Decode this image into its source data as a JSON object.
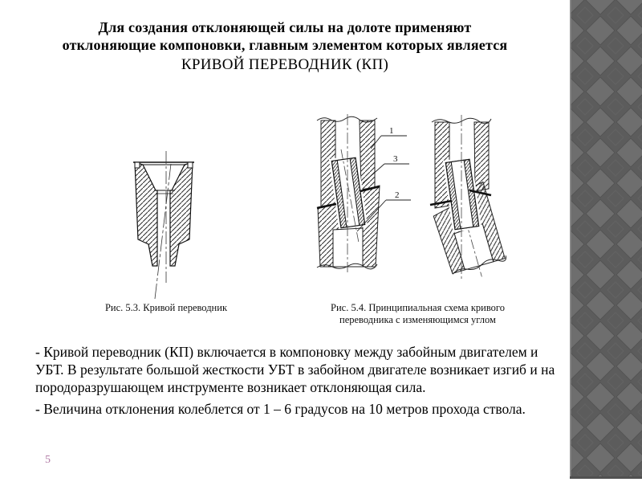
{
  "slide": {
    "title_bold": "Для создания отклоняющей силы на долоте применяют отклоняющие компоновки, главным элементом которых является",
    "title_caps": "КРИВОЙ ПЕРЕВОДНИК (КП)",
    "page_number": "5"
  },
  "figures": {
    "fig53": {
      "caption": "Рис. 5.3. Кривой переводник",
      "description": "cross-section drawing of a crooked sub (bent sub) with hatched walls and two centerlines at a small angle"
    },
    "fig54": {
      "caption": "Рис. 5.4. Принципиальная схема кривого переводника с изменяющимся углом",
      "callouts": [
        "1",
        "3",
        "2"
      ],
      "description": "two schematic sections of a variable-angle crooked sub: straight housing with tilted sleeve, and housing with deflected lower section"
    }
  },
  "body": {
    "paragraph1": "- Кривой переводник (КП) включается в компоновку между забойным двигателем и УБТ. В результате большой жесткости УБТ в забойном двигателе возникает изгиб и на породоразрушающем инструменте возникает отклоняющая сила.",
    "paragraph2": "- Величина отклонения колеблется от 1 – 6 градусов на 10 метров прохода ствола."
  },
  "colors": {
    "text": "#000000",
    "page_number": "#b07aa5",
    "sidebar_background": "#6e6e6e",
    "sidebar_diamond": "#5c5c5c"
  }
}
